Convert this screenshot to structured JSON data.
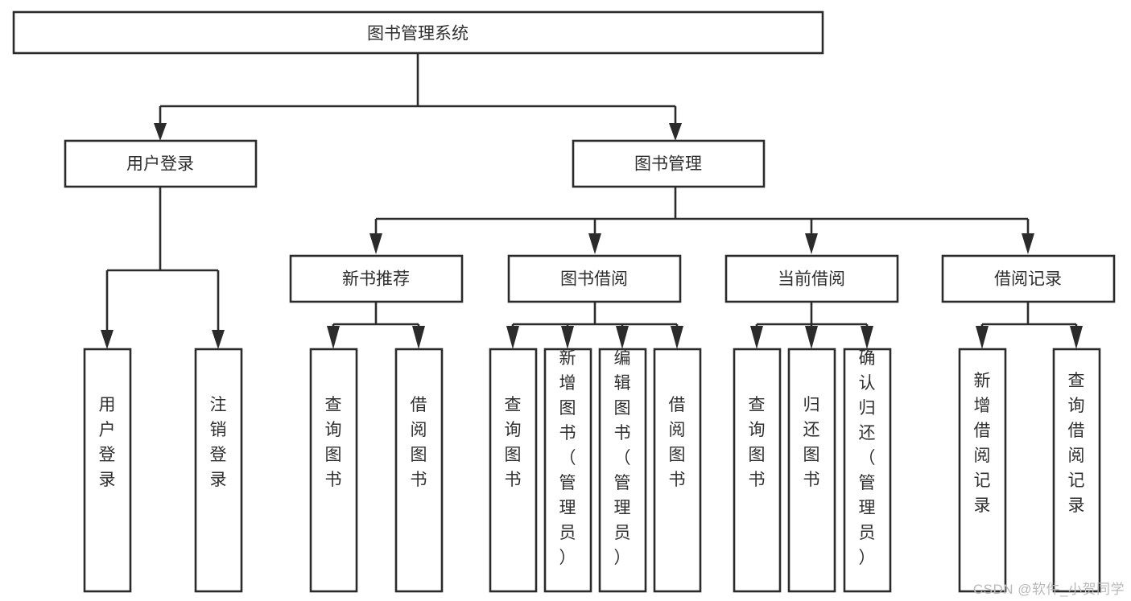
{
  "diagram": {
    "type": "tree-hierarchy-chart",
    "title": "图书管理系统",
    "watermark": "CSDN @软件_小贺同学",
    "colors": {
      "stroke": "#2b2b2b",
      "box_fill": "#ffffff",
      "text": "#2f2f2f",
      "background": "#ffffff",
      "watermark": "#b9b9b9"
    },
    "levels": {
      "root": "图书管理系统",
      "level2": [
        "用户登录",
        "图书管理"
      ],
      "level3": [
        "新书推荐",
        "图书借阅",
        "当前借阅",
        "借阅记录"
      ]
    },
    "nodes": {
      "root": {
        "label": "图书管理系统",
        "orientation": "horizontal"
      },
      "user_login": {
        "label": "用户登录",
        "orientation": "horizontal"
      },
      "book_manage": {
        "label": "图书管理",
        "orientation": "horizontal"
      },
      "new_book_rec": {
        "label": "新书推荐",
        "orientation": "horizontal"
      },
      "book_borrow": {
        "label": "图书借阅",
        "orientation": "horizontal"
      },
      "current_borrow": {
        "label": "当前借阅",
        "orientation": "horizontal"
      },
      "borrow_record": {
        "label": "借阅记录",
        "orientation": "horizontal"
      },
      "leaf_1": {
        "label": "用户登录",
        "orientation": "vertical"
      },
      "leaf_2": {
        "label": "注销登录",
        "orientation": "vertical"
      },
      "leaf_3": {
        "label": "查询图书",
        "orientation": "vertical"
      },
      "leaf_4": {
        "label": "借阅图书",
        "orientation": "vertical"
      },
      "leaf_5": {
        "label": "查询图书",
        "orientation": "vertical"
      },
      "leaf_6": {
        "label": "新增图书（管理员）",
        "orientation": "vertical"
      },
      "leaf_7": {
        "label": "编辑图书（管理员）",
        "orientation": "vertical"
      },
      "leaf_8": {
        "label": "借阅图书",
        "orientation": "vertical"
      },
      "leaf_9": {
        "label": "查询图书",
        "orientation": "vertical"
      },
      "leaf_10": {
        "label": "归还图书",
        "orientation": "vertical"
      },
      "leaf_11": {
        "label": "确认归还（管理员）",
        "orientation": "vertical"
      },
      "leaf_12": {
        "label": "新增借阅记录",
        "orientation": "vertical"
      },
      "leaf_13": {
        "label": "查询借阅记录",
        "orientation": "vertical"
      }
    },
    "edges": [
      {
        "from": "图书管理系统",
        "to": "用户登录"
      },
      {
        "from": "图书管理系统",
        "to": "图书管理"
      },
      {
        "from": "用户登录",
        "to": "用户登录"
      },
      {
        "from": "用户登录",
        "to": "注销登录"
      },
      {
        "from": "图书管理",
        "to": "新书推荐"
      },
      {
        "from": "图书管理",
        "to": "图书借阅"
      },
      {
        "from": "图书管理",
        "to": "当前借阅"
      },
      {
        "from": "图书管理",
        "to": "借阅记录"
      },
      {
        "from": "新书推荐",
        "to": "查询图书"
      },
      {
        "from": "新书推荐",
        "to": "借阅图书"
      },
      {
        "from": "图书借阅",
        "to": "查询图书"
      },
      {
        "from": "图书借阅",
        "to": "新增图书（管理员）"
      },
      {
        "from": "图书借阅",
        "to": "编辑图书（管理员）"
      },
      {
        "from": "图书借阅",
        "to": "借阅图书"
      },
      {
        "from": "当前借阅",
        "to": "查询图书"
      },
      {
        "from": "当前借阅",
        "to": "归还图书"
      },
      {
        "from": "当前借阅",
        "to": "确认归还（管理员）"
      },
      {
        "from": "借阅记录",
        "to": "新增借阅记录"
      },
      {
        "from": "借阅记录",
        "to": "查询借阅记录"
      }
    ]
  }
}
